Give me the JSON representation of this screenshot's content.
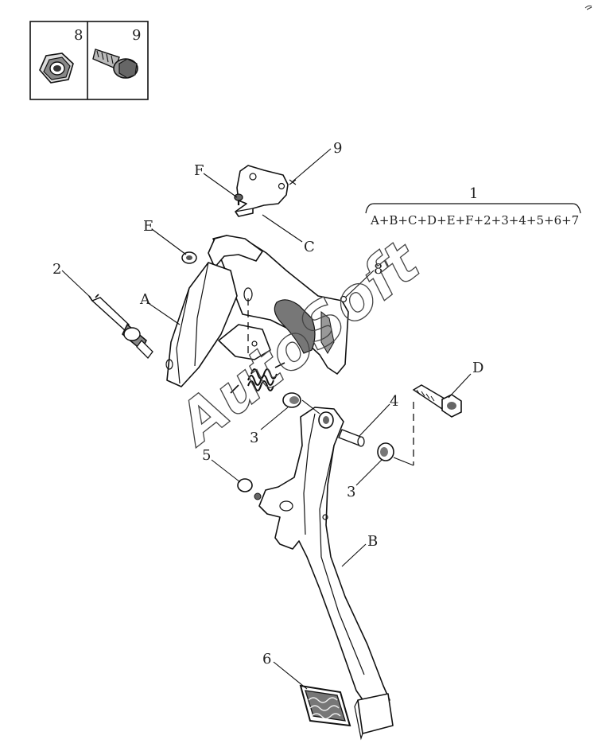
{
  "legend_box": {
    "nut_label": "8",
    "bolt_label": "9"
  },
  "kit": {
    "label": "1",
    "contents": "A+B+C+D+E+F+2+3+4+5+6+7"
  },
  "callouts": {
    "F": "F",
    "E": "E",
    "A": "A",
    "C": "C",
    "D": "D",
    "B": "B",
    "n9": "9",
    "n8": "8",
    "n2": "2",
    "n4": "4",
    "n3a": "3",
    "n3b": "3",
    "n5": "5",
    "n6": "6"
  },
  "watermark": "AutoSoft"
}
